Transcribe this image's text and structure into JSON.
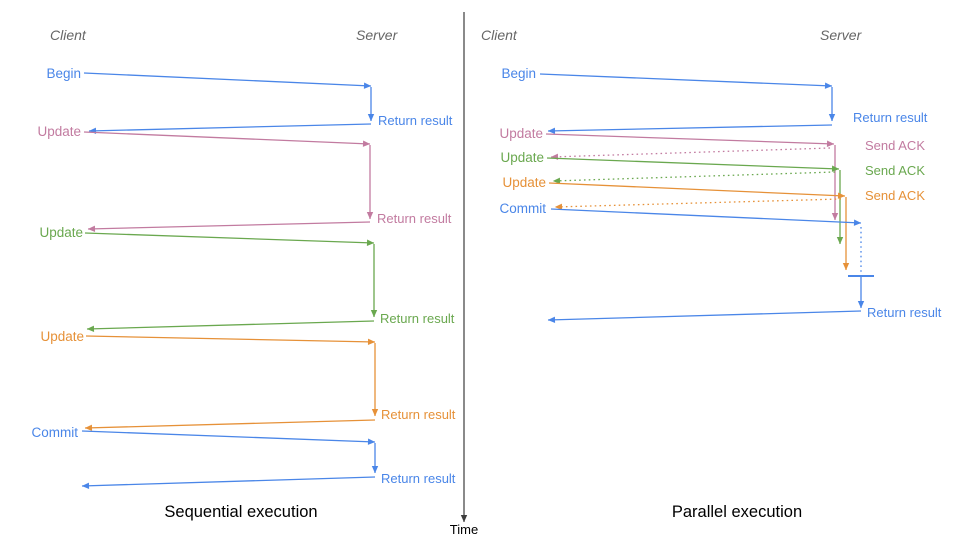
{
  "diagram": {
    "palette": {
      "blue": "#4a86e8",
      "pink": "#c27ba0",
      "green": "#6aa84f",
      "orange": "#e69138",
      "header_gray": "#666666",
      "axis_color": "#3d3d3d",
      "title_color": "#000000"
    },
    "time_axis": {
      "label": "Time"
    },
    "sequential": {
      "title": "Sequential execution",
      "client_header": "Client",
      "server_header": "Server",
      "steps": [
        {
          "request": "Begin",
          "response": "Return result"
        },
        {
          "request": "Update",
          "response": "Return result"
        },
        {
          "request": "Update",
          "response": "Return result"
        },
        {
          "request": "Update",
          "response": "Return result"
        },
        {
          "request": "Commit",
          "response": "Return result"
        }
      ]
    },
    "parallel": {
      "title": "Parallel execution",
      "client_header": "Client",
      "server_header": "Server",
      "steps": [
        {
          "request": "Begin",
          "response": "Return result"
        },
        {
          "request": "Update",
          "response": "Send ACK"
        },
        {
          "request": "Update",
          "response": "Send ACK"
        },
        {
          "request": "Update",
          "response": "Send ACK"
        },
        {
          "request": "Commit",
          "response": "Return result"
        }
      ]
    }
  }
}
